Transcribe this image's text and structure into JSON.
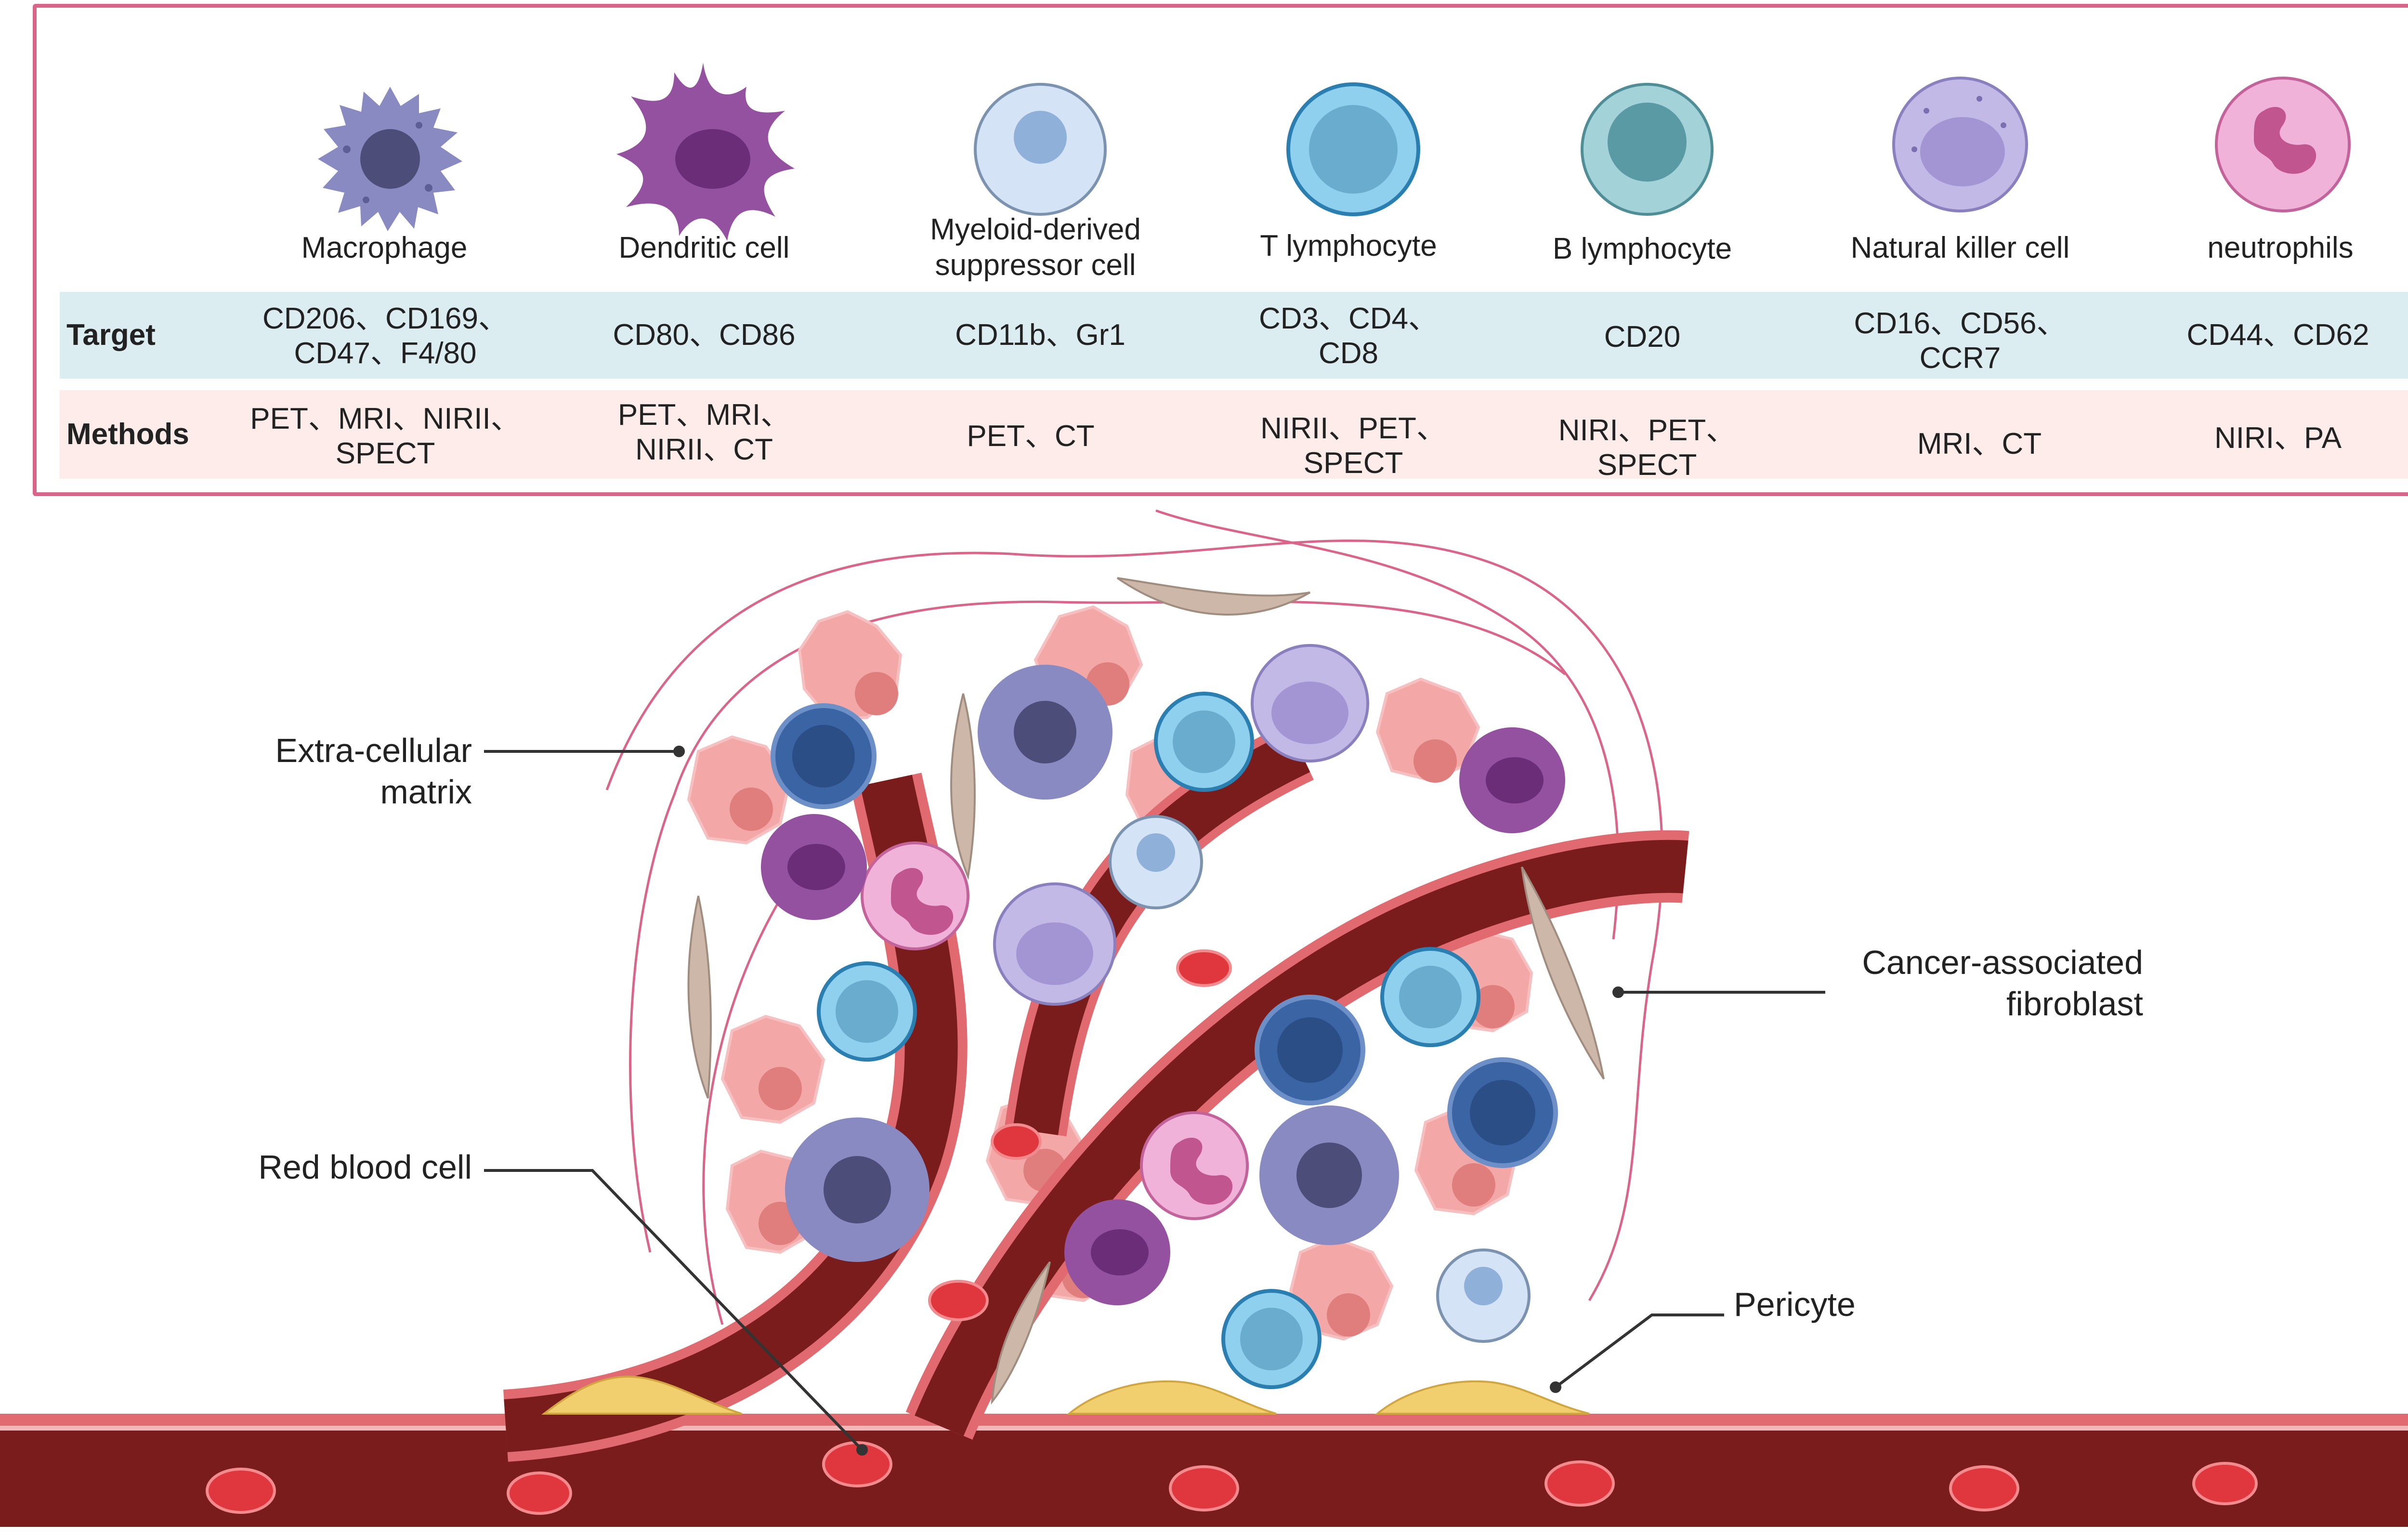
{
  "cells": [
    {
      "name": "Macrophage",
      "target": [
        "CD206、CD169、",
        "CD47、F4/80"
      ],
      "methods": [
        "PET、MRI、NIRII、",
        "SPECT"
      ]
    },
    {
      "name": "Dendritic cell",
      "target": [
        "CD80、CD86"
      ],
      "methods": [
        "PET、MRI、",
        "NIRII、CT"
      ]
    },
    {
      "name": "Myeloid-derived suppressor cell",
      "name_lines": [
        "Myeloid-derived",
        "suppressor cell"
      ],
      "target": [
        "CD11b、Gr1"
      ],
      "methods": [
        "PET、CT"
      ]
    },
    {
      "name": "T lymphocyte",
      "target": [
        "CD3、CD4、",
        "CD8"
      ],
      "methods": [
        "NIRII、PET、",
        "SPECT"
      ]
    },
    {
      "name": "B lymphocyte",
      "target": [
        "CD20"
      ],
      "methods": [
        "NIRI、PET、",
        "SPECT"
      ]
    },
    {
      "name": "Natural killer cell",
      "target": [
        "CD16、CD56、",
        "CCR7"
      ],
      "methods": [
        "MRI、CT"
      ]
    },
    {
      "name": "neutrophils",
      "target": [
        "CD44、CD62"
      ],
      "methods": [
        "NIRI、PA"
      ]
    }
  ],
  "row_labels": {
    "target": "Target",
    "methods": "Methods"
  },
  "callouts": {
    "ecm": [
      "Extra-cellular",
      "matrix"
    ],
    "caf": [
      "Cancer-associated",
      "fibroblast"
    ],
    "rbc": "Red blood cell",
    "pericyte": "Pericyte"
  },
  "colors": {
    "border": "#d9668a",
    "target_band": "#dcedf1",
    "methods_band": "#fdecea",
    "vessel": "#7a1c1c",
    "vessel_wall": "#e06a70",
    "tumor_cell": "#f2a3a3",
    "macrophage": "#8080b8",
    "dendritic": "#8a4a9e",
    "mdsc": "#c5d9f0",
    "t_cell": "#7cc4e6",
    "b_cell": "#3a64a3",
    "nk_cell": "#b3a8dc",
    "neutrophil": "#eaa3cf",
    "fibroblast": "#cdb7a8",
    "pericyte": "#f2cf6e"
  }
}
